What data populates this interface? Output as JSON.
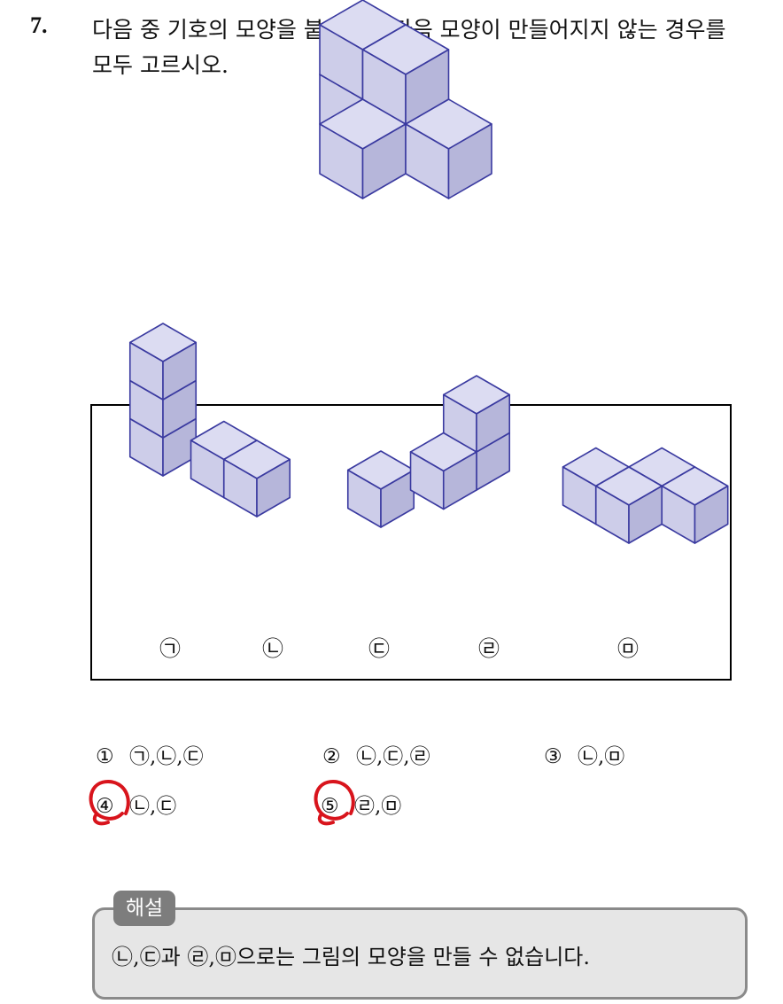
{
  "question": {
    "number": "7.",
    "line1": "다음 중 기호의 모양을 붙였을때 다음 모양이 만들어지지 않는 경우를",
    "line2": "모두 고르시오."
  },
  "piece_labels": [
    "㉠",
    "㉡",
    "㉢",
    "㉣",
    "㉤"
  ],
  "options": [
    {
      "num": "①",
      "text": "㉠,㉡,㉢",
      "marked": false
    },
    {
      "num": "②",
      "text": "㉡,㉢,㉣",
      "marked": false
    },
    {
      "num": "③",
      "text": "㉡,㉤",
      "marked": false
    },
    {
      "num": "④",
      "text": "㉡,㉢",
      "marked": true
    },
    {
      "num": "⑤",
      "text": "㉣,㉤",
      "marked": true
    }
  ],
  "explanation": {
    "tag": "해설",
    "text": "㉡,㉢과 ㉣,㉤으로는 그림의 모양을 만들 수 없습니다."
  },
  "colors": {
    "cube_top": "#dcdcf2",
    "cube_left": "#cdcde9",
    "cube_right": "#b6b6da",
    "cube_edge": "#3a3aa0",
    "mark": "#d8141c"
  }
}
